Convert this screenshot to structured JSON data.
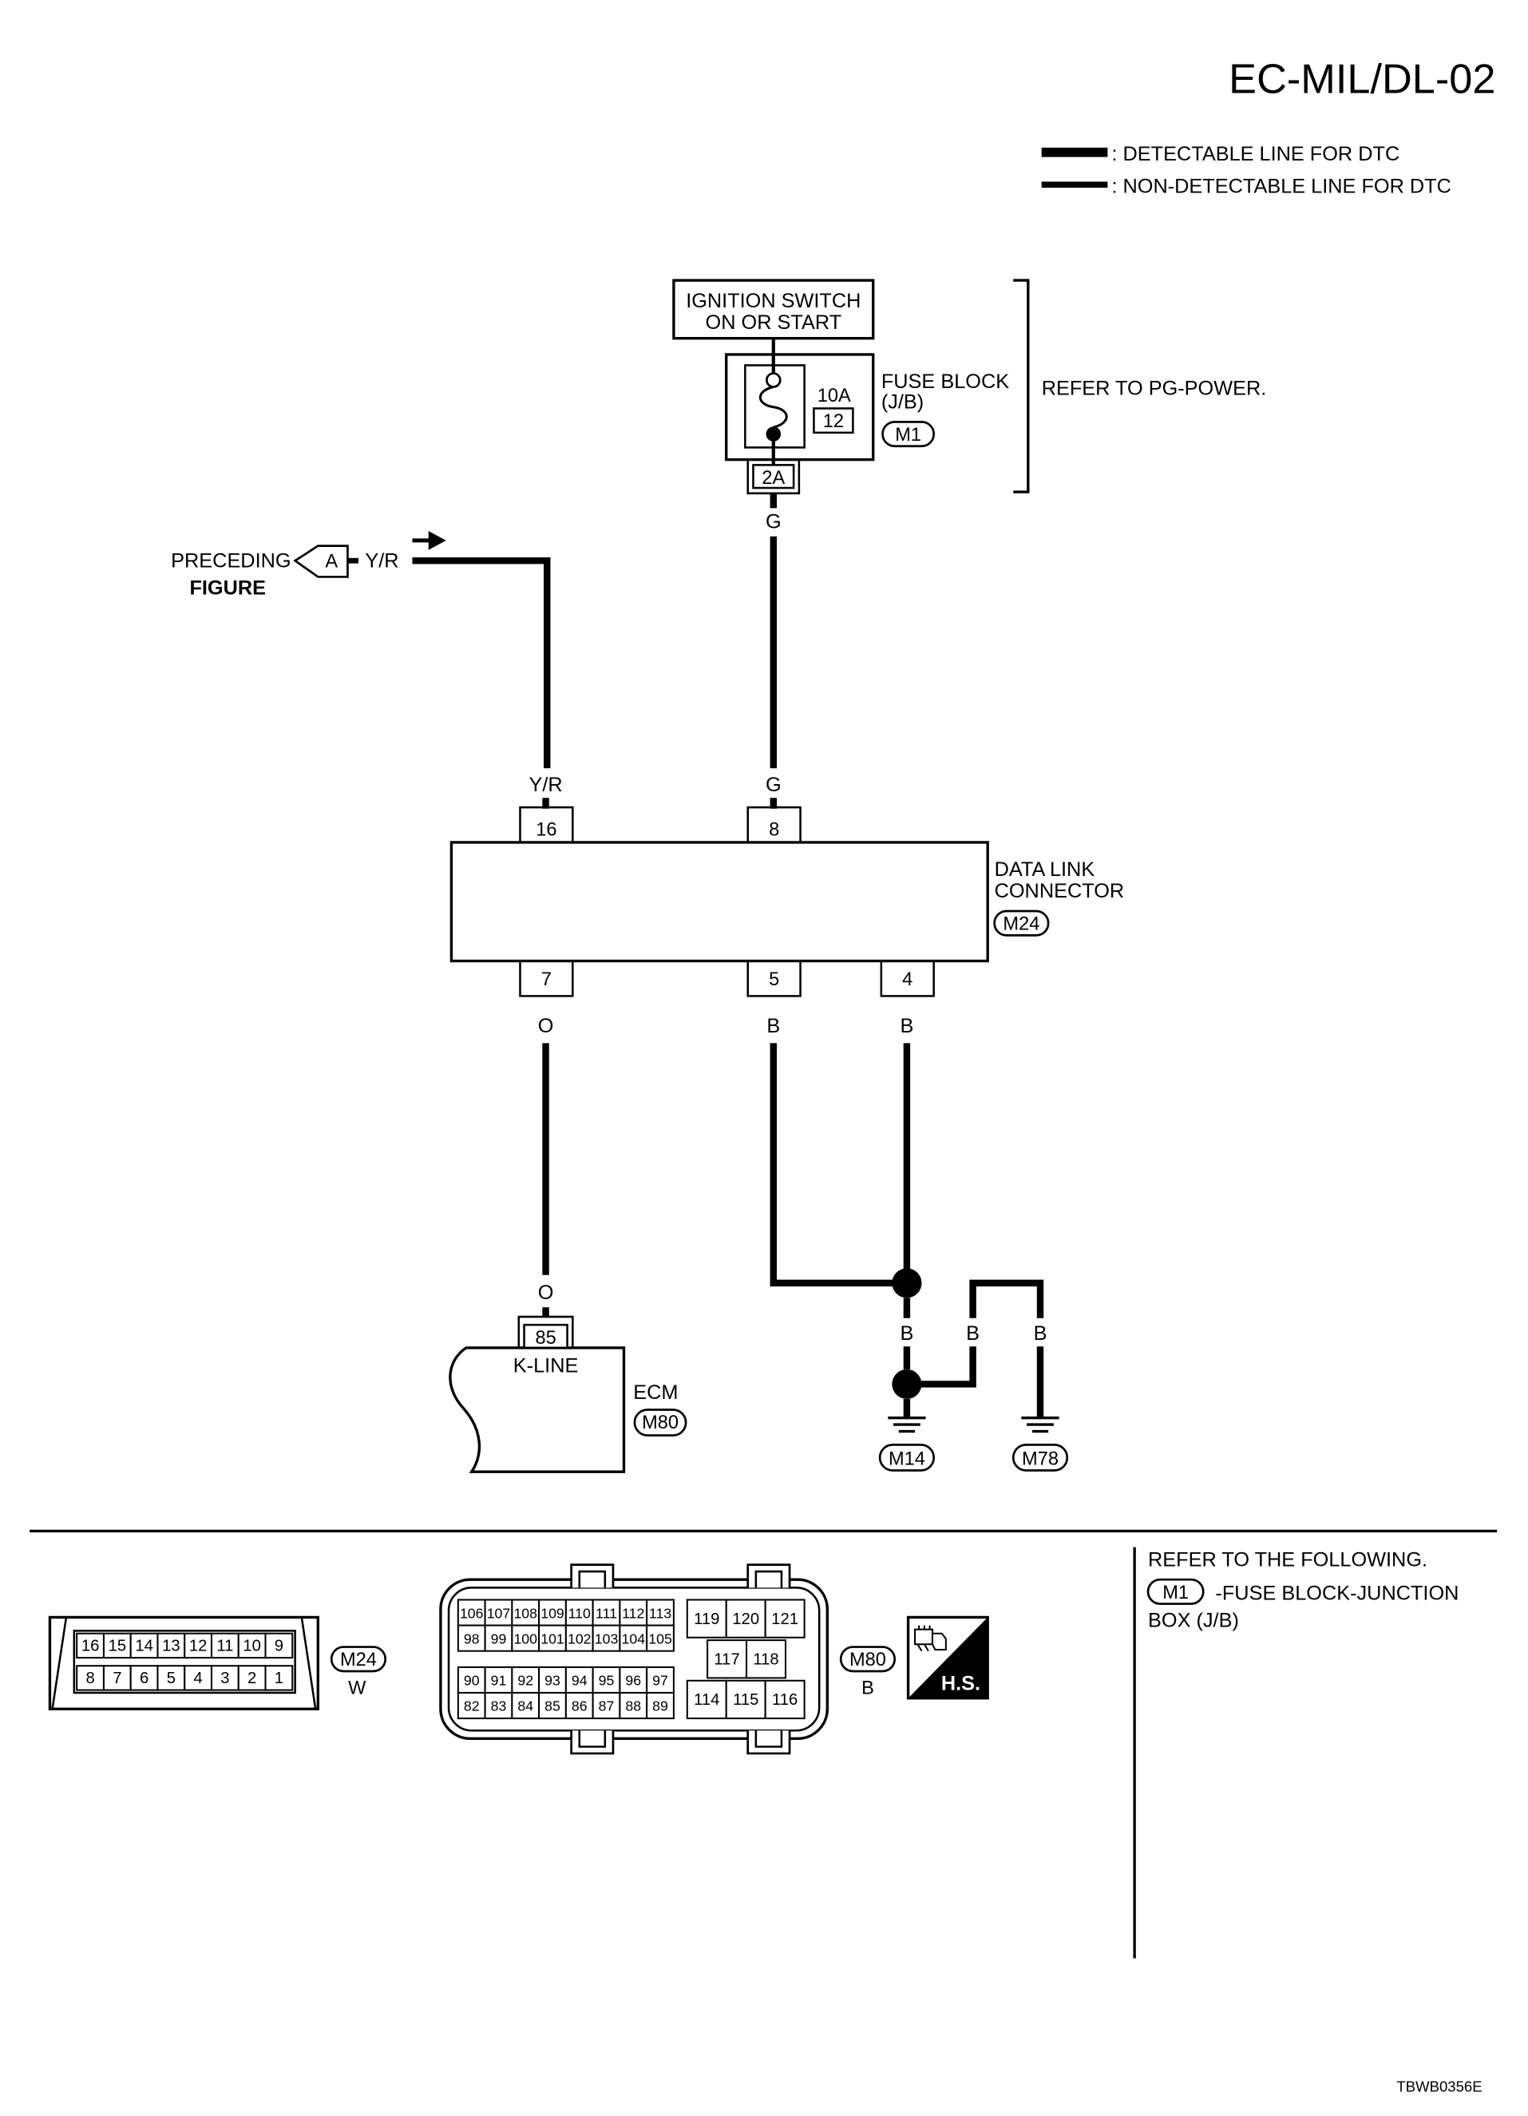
{
  "title": "EC-MIL/DL-02",
  "legend": {
    "detectable": ": DETECTABLE LINE FOR DTC",
    "non_detectable": ": NON-DETECTABLE LINE FOR DTC"
  },
  "ignition_switch": {
    "line1": "IGNITION SWITCH",
    "line2": "ON OR START"
  },
  "fuse_block": {
    "rating": "10A",
    "fuse_number": "12",
    "label_line1": "FUSE BLOCK",
    "label_line2": "(J/B)",
    "connector": "M1",
    "terminal": "2A"
  },
  "power_reference": "REFER TO PG-POWER.",
  "preceding_figure": {
    "line1": "PRECEDING",
    "line2": "FIGURE",
    "flag": "A",
    "wire_color": "Y/R"
  },
  "wires": {
    "fuse_output": "G",
    "dlc_pin8": "G",
    "dlc_pin16": "Y/R",
    "dlc_pin7": "O",
    "dlc_pin5": "B",
    "dlc_pin4": "B",
    "ecm_pin85": "O",
    "splice_link": "B",
    "ground_m14": "B",
    "ground_m78": "B"
  },
  "data_link_connector": {
    "label_line1": "DATA LINK",
    "label_line2": "CONNECTOR",
    "connector": "M24",
    "terminals": {
      "pin16": "16",
      "pin8": "8",
      "pin7": "7",
      "pin5": "5",
      "pin4": "4"
    }
  },
  "ecm": {
    "label": "ECM",
    "connector": "M80",
    "terminal": "85",
    "terminal_name": "K-LINE"
  },
  "grounds": {
    "m14": "M14",
    "m78": "M78"
  },
  "reference_panel": {
    "heading": "REFER TO THE FOLLOWING.",
    "connector": "M1",
    "description": "-FUSE BLOCK-JUNCTION",
    "description_cont": "BOX (J/B)"
  },
  "m24_connector_view": {
    "connector": "M24",
    "connector_color": "W",
    "pin_rows": [
      [
        "16",
        "15",
        "14",
        "13",
        "12",
        "11",
        "10",
        "9"
      ],
      [
        "8",
        "7",
        "6",
        "5",
        "4",
        "3",
        "2",
        "1"
      ]
    ]
  },
  "m80_connector_view": {
    "connector": "M80",
    "connector_color": "B",
    "left_pin_rows": [
      [
        "106",
        "107",
        "108",
        "109",
        "110",
        "111",
        "112",
        "113"
      ],
      [
        "98",
        "99",
        "100",
        "101",
        "102",
        "103",
        "104",
        "105"
      ],
      [
        "90",
        "91",
        "92",
        "93",
        "94",
        "95",
        "96",
        "97"
      ],
      [
        "82",
        "83",
        "84",
        "85",
        "86",
        "87",
        "88",
        "89"
      ]
    ],
    "right_pin_rows": [
      [
        "119",
        "120",
        "121"
      ],
      [
        "117",
        "118"
      ],
      [
        "114",
        "115",
        "116"
      ]
    ]
  },
  "harness_side_icon": {
    "icon": "harness-side-icon",
    "label": "H.S."
  },
  "drawing_code": "TBWB0356E"
}
